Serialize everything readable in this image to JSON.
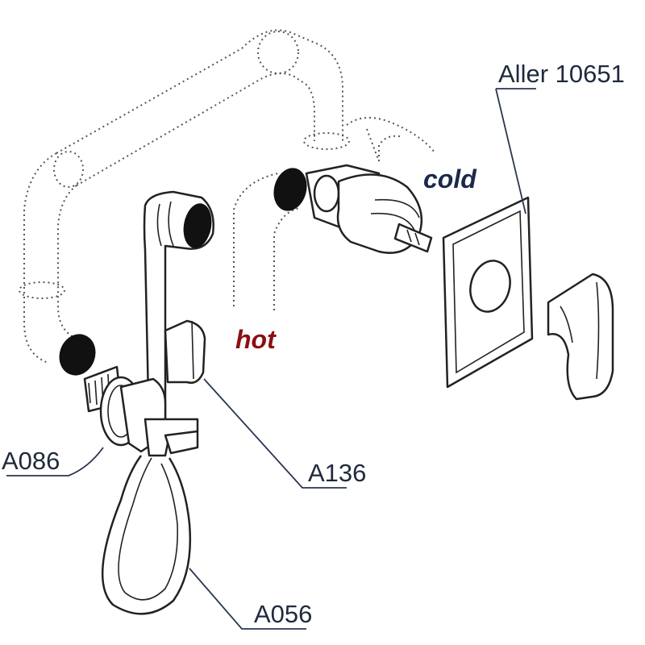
{
  "labels": {
    "aller": "Aller 10651",
    "cold": "cold",
    "hot": "hot",
    "a086": "A086",
    "a136": "A136",
    "a056": "A056"
  },
  "colors": {
    "hot": "#8b0f12",
    "cold": "#1b2a4a",
    "label_text": "#1f2a3c"
  }
}
